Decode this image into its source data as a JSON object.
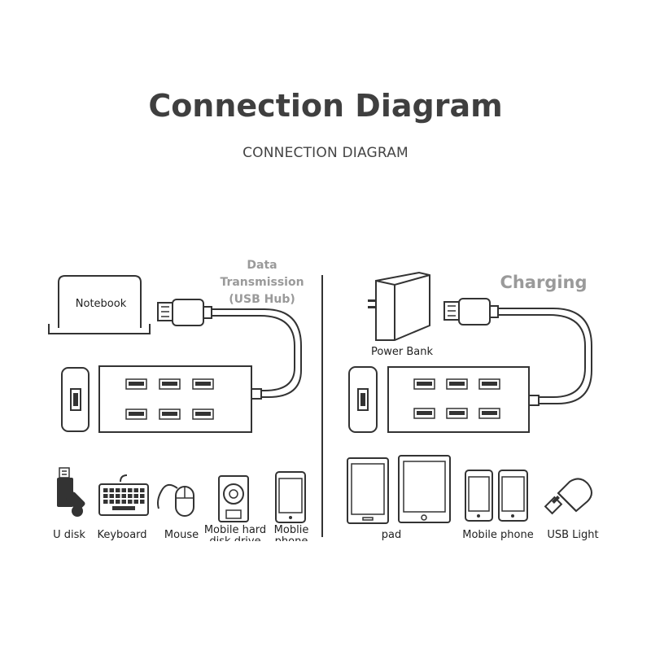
{
  "header": {
    "title": "Connection Diagram",
    "subtitle": "CONNECTION DIAGRAM"
  },
  "left_panel": {
    "host_label": "Notebook",
    "mode_label": [
      "Data",
      "Transmission",
      "(USB Hub)"
    ],
    "devices": [
      {
        "label": [
          "U disk"
        ],
        "icon": "usb-flash-drive-icon"
      },
      {
        "label": [
          "Keyboard"
        ],
        "icon": "keyboard-icon"
      },
      {
        "label": [
          "Mouse"
        ],
        "icon": "mouse-icon"
      },
      {
        "label": [
          "Mobile hard",
          "disk drive"
        ],
        "icon": "hard-disk-icon"
      },
      {
        "label": [
          "Moblie",
          "phone"
        ],
        "icon": "mobile-phone-icon"
      }
    ]
  },
  "right_panel": {
    "host_label": "Power Bank",
    "mode_label": "Charging",
    "devices": [
      {
        "label": "pad",
        "icon": "tablet-icon"
      },
      {
        "label": "Mobile phone",
        "icon": "mobile-phone-icon"
      },
      {
        "label": "USB Light",
        "icon": "usb-light-icon"
      }
    ]
  },
  "hub": {
    "port_count": 6
  },
  "colors": {
    "line": "#333333",
    "label_grey": "#9a9a9a",
    "title": "#3f3f3f"
  }
}
